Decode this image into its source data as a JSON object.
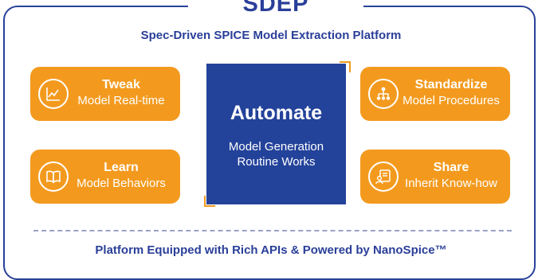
{
  "title": "SDEP",
  "subtitle": "Spec-Driven SPICE Model Extraction Platform",
  "center": {
    "heading": "Automate",
    "line1": "Model Generation",
    "line2": "Routine Works"
  },
  "cards": [
    {
      "title": "Tweak",
      "subtitle": "Model Real-time",
      "icon": "chart-icon"
    },
    {
      "title": "Learn",
      "subtitle": "Model Behaviors",
      "icon": "book-icon"
    },
    {
      "title": "Standardize",
      "subtitle": "Model Procedures",
      "icon": "hierarchy-icon"
    },
    {
      "title": "Share",
      "subtitle": "Inherit Know-how",
      "icon": "share-document-icon"
    }
  ],
  "footer": "Platform Equipped with Rich APIs & Powered by NanoSpice™",
  "colors": {
    "navy": "#23429a",
    "orange": "#f39a1e",
    "text": "#2a3f99",
    "dash": "#9aa3c4"
  }
}
